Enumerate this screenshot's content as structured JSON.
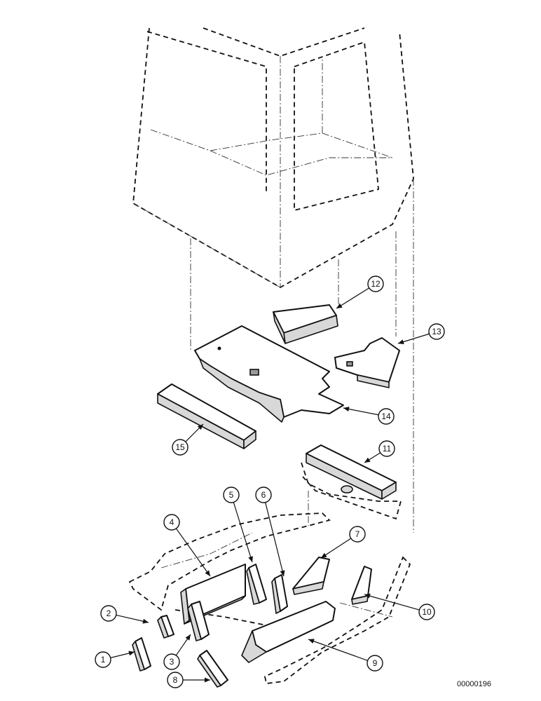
{
  "diagram": {
    "document_number": "00000196",
    "callouts": [
      "1",
      "2",
      "3",
      "4",
      "5",
      "6",
      "7",
      "8",
      "9",
      "10",
      "11",
      "12",
      "13",
      "14",
      "15"
    ]
  }
}
